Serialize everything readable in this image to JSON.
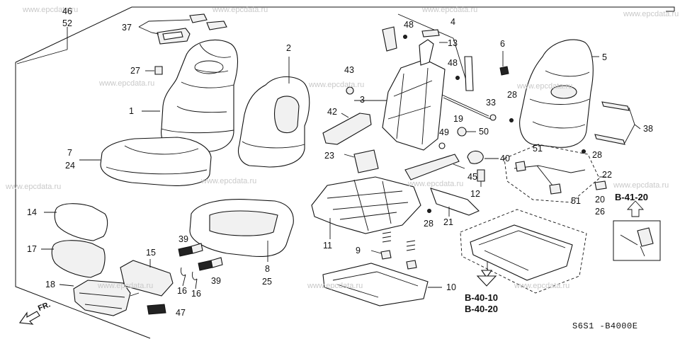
{
  "watermarks": [
    "www.epcdata.ru",
    "www.epcdata.ru",
    "www.epcdata.ru",
    "www.epcdata.ru",
    "www.epcdata.ru",
    "www.epcdata.ru",
    "www.epcdata.ru",
    "www.epcdata.ru",
    "www.epcdata.ru",
    "www.epcdata.ru",
    "www.epcdata.ru",
    "www.epcdata.ru",
    "www.epcdata.ru",
    "www.epcdata.ru"
  ],
  "callouts": {
    "c46": "46",
    "c52": "52",
    "c37": "37",
    "c27": "27",
    "c1": "1",
    "c2": "2",
    "c7": "7",
    "c24": "24",
    "c14": "14",
    "c17": "17",
    "c18": "18",
    "c15": "15",
    "c39a": "39",
    "c39b": "39",
    "c16a": "16",
    "c16b": "16",
    "c47": "47",
    "c8": "8",
    "c25": "25",
    "c4": "4",
    "c48a": "48",
    "c48b": "48",
    "c13": "13",
    "c43": "43",
    "c3": "3",
    "c42": "42",
    "c23": "23",
    "c49": "49",
    "c50": "50",
    "c19": "19",
    "c33": "33",
    "c40": "40",
    "c45": "45",
    "c12": "12",
    "c11": "11",
    "c9": "9",
    "c10": "10",
    "c21": "21",
    "c28a": "28",
    "c6": "6",
    "c5": "5",
    "c28b": "28",
    "c38": "38",
    "c28c": "28",
    "c51a": "51",
    "c22": "22",
    "c20": "20",
    "c26": "26",
    "c51b": "51"
  },
  "references": {
    "ref_b41": "B-41-20",
    "ref_b40_10": "B-40-10",
    "ref_b40_20": "B-40-20"
  },
  "direction_label": "FR.",
  "diagram_code": "S6S1 -B4000E"
}
